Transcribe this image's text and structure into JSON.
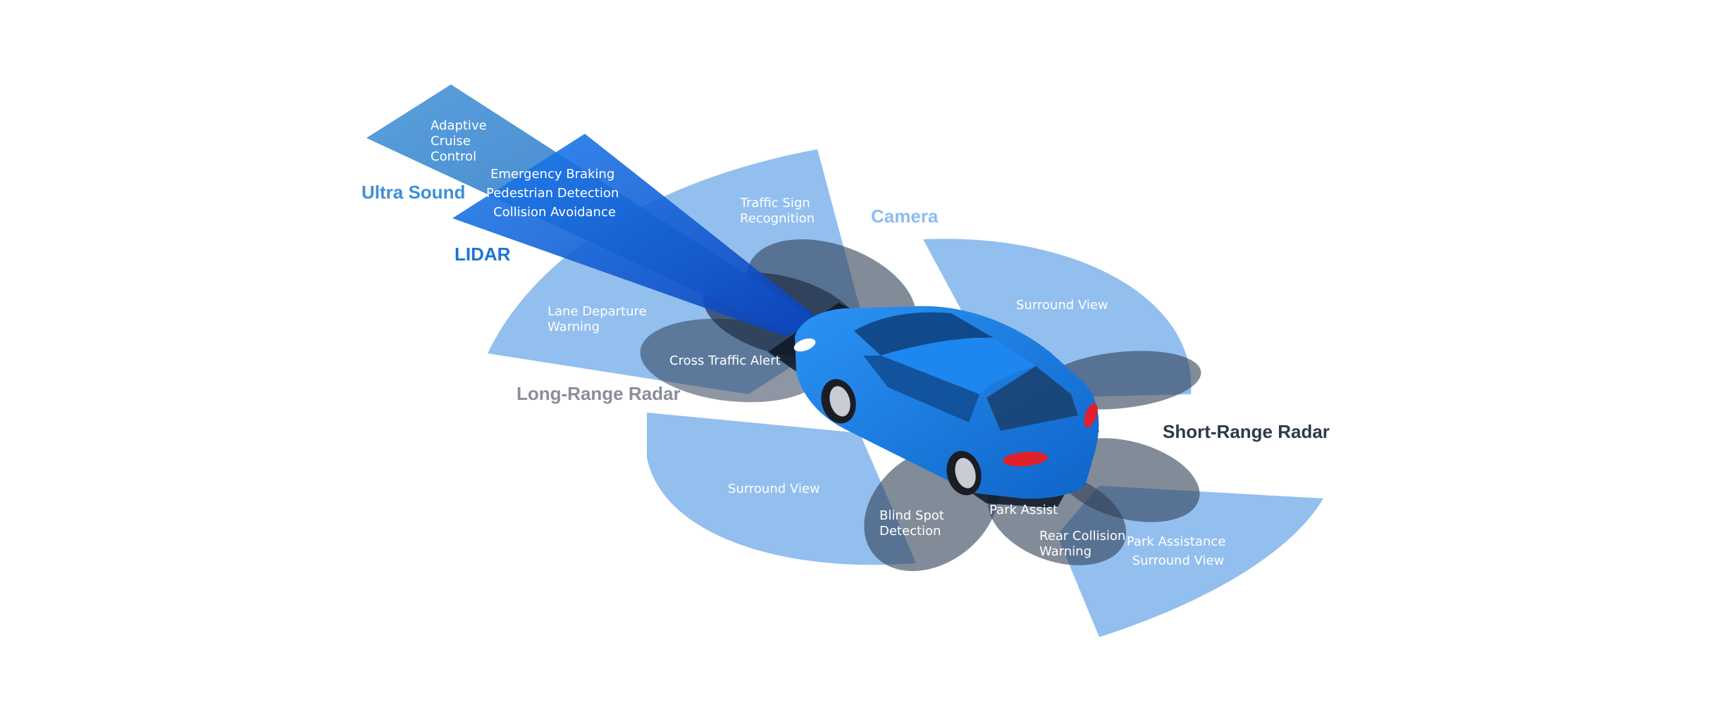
{
  "categories": {
    "ultra_sound": "Ultra Sound",
    "lidar": "LIDAR",
    "camera": "Camera",
    "long_range_radar": "Long-Range Radar",
    "short_range_radar": "Short-Range Radar"
  },
  "features": {
    "adaptive_cruise": [
      "Adaptive",
      "Cruise",
      "Control"
    ],
    "lidar_functions": [
      "Emergency Braking",
      "Pedestrian Detection",
      "Collision Avoidance"
    ],
    "traffic_sign": [
      "Traffic Sign",
      "Recognition"
    ],
    "lane_departure": [
      "Lane Departure",
      "Warning"
    ],
    "cross_traffic": "Cross Traffic Alert",
    "surround_view_front": "Surround View",
    "surround_view_rear": "Surround View",
    "blind_spot": [
      "Blind Spot",
      "Detection"
    ],
    "park_assist": "Park Assist",
    "rear_collision": [
      "Rear Collision",
      "Warning"
    ],
    "park_assistance": [
      "Park Assistance",
      "Surround View"
    ]
  },
  "colors": {
    "ultra_sound": "#3f8fd6",
    "lidar": "#1b75d8",
    "camera": "#8fbdf0",
    "long_range_radar": "#8a8e99",
    "short_range_radar": "#2e3a4a",
    "car_body": "#1a7fe8",
    "light_zone": "#8dbcee",
    "dark_zone": "#2f3f55"
  }
}
